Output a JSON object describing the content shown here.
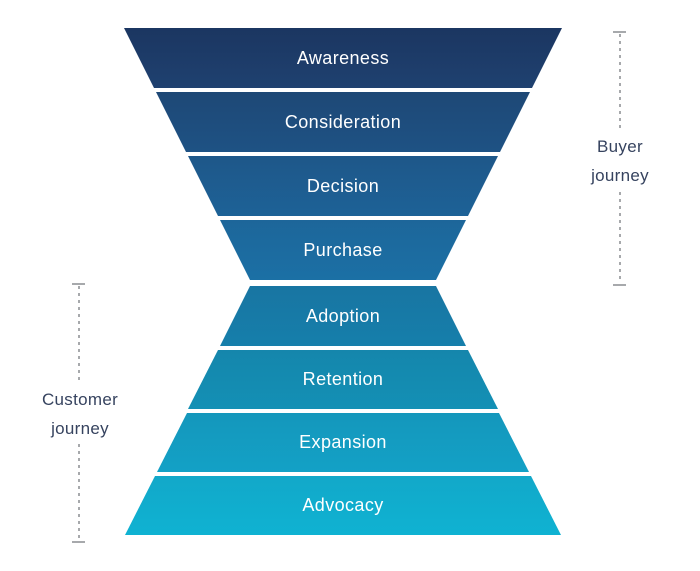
{
  "diagram": {
    "type": "bowtie-funnel",
    "background": "#ffffff",
    "stage_text_color": "#ffffff",
    "annotation_line_color": "#a7a9ac",
    "annotation_text_color": "#36435f",
    "buyer_journey": {
      "label_line1": "Buyer",
      "label_line2": "journey",
      "stages": [
        {
          "label": "Awareness",
          "color_top": "#1b3661",
          "color_bottom": "#1f4170"
        },
        {
          "label": "Consideration",
          "color_top": "#1e4876",
          "color_bottom": "#1e5284"
        },
        {
          "label": "Decision",
          "color_top": "#1e5789",
          "color_bottom": "#1d6297"
        },
        {
          "label": "Purchase",
          "color_top": "#1d669a",
          "color_bottom": "#1b70a5"
        }
      ]
    },
    "customer_journey": {
      "label_line1": "Customer",
      "label_line2": "journey",
      "stages": [
        {
          "label": "Adoption",
          "color_top": "#1875a2",
          "color_bottom": "#167fab"
        },
        {
          "label": "Retention",
          "color_top": "#1586ac",
          "color_bottom": "#1390b5"
        },
        {
          "label": "Expansion",
          "color_top": "#1497bc",
          "color_bottom": "#13a1c6"
        },
        {
          "label": "Advocacy",
          "color_top": "#12a8c9",
          "color_bottom": "#0fb2d2"
        }
      ]
    }
  }
}
